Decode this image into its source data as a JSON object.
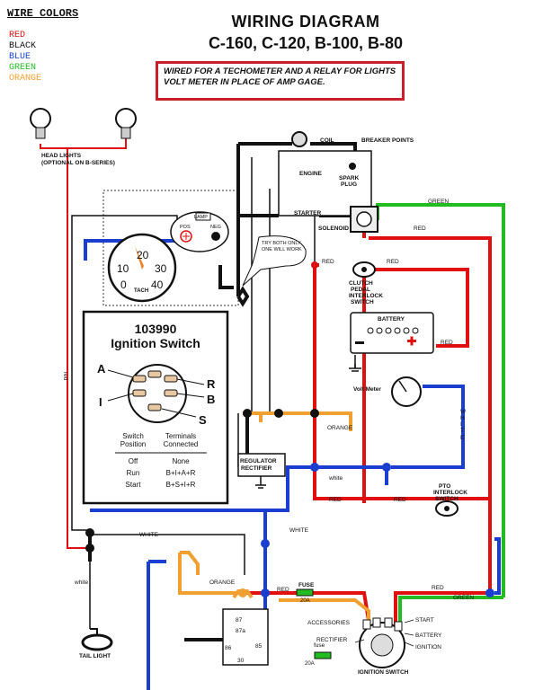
{
  "legend": {
    "title": "WIRE COLORS",
    "items": [
      {
        "label": "RED",
        "color": "#e01010"
      },
      {
        "label": "BLACK",
        "color": "#111111"
      },
      {
        "label": "BLUE",
        "color": "#1a3fd0"
      },
      {
        "label": "GREEN",
        "color": "#22bb22"
      },
      {
        "label": "ORANGE",
        "color": "#f0a030"
      }
    ]
  },
  "title": "WIRING DIAGRAM",
  "subtitle": "C-160, C-120, B-100, B-80",
  "note": {
    "line1": "WIRED FOR A TECHOMETER AND A RELAY FOR LIGHTS",
    "line2": "VOLT METER IN PLACE OF AMP GAGE."
  },
  "components": {
    "head_lights": "HEAD LIGHTS",
    "head_lights_note": "(OPTIONAL ON B-SERIES)",
    "coil": "COIL",
    "breaker_points": "BREAKER POINTS",
    "engine": "ENGINE",
    "spark_plug_1": "SPARK",
    "spark_plug_2": "PLUG",
    "starter": "STARTER",
    "solenoid": "SOLENOID",
    "lamp": "LAMP",
    "pos": "POS",
    "neg": "NEG",
    "tach": "TACH",
    "tach_numbers": [
      "10",
      "20",
      "30",
      "40",
      "0"
    ],
    "try_note_1": "TRY BOTH ONLY",
    "try_note_2": "ONE WILL WORK",
    "clutch_1": "CLUTCH",
    "clutch_2": "PEDAL",
    "clutch_3": "INTERLOCK",
    "clutch_4": "SWITCH",
    "battery": "BATTERY",
    "volt_meter": "Volt Meter",
    "regulator_1": "REGULATOR",
    "regulator_2": "RECTIFIER",
    "pto_1": "PTO",
    "pto_2": "INTERLOCK",
    "pto_3": "SWITCH",
    "fuse": "FUSE",
    "fuse_rating": "20A",
    "fuse2": "fuse",
    "fuse2_rating": "20A",
    "accessories": "ACCESSORIES",
    "rectifier": "RECTIFIER",
    "start": "START",
    "battery_term": "BATTERY",
    "ignition_term": "IGNITION",
    "ignition_switch": "IGNITION SWITCH",
    "tail_light": "TAIL LIGHT",
    "relay_87": "87",
    "relay_87a": "87a",
    "relay_86": "86",
    "relay_85": "85",
    "relay_30": "30"
  },
  "wire_labels": {
    "red_vertical": "red",
    "green_top": "GREEN",
    "red_solenoid": "RED",
    "red_clutch": "RED",
    "red_clutch2": "RED",
    "red_battery": "RED",
    "orange_mid": "ORANGE",
    "white_mid": "white",
    "red_pto1": "RED",
    "red_pto2": "RED",
    "white_left": "WHITE",
    "white_blue": "WHITE",
    "white_right": "W\nH\nI\nT\nE",
    "white_tail": "white",
    "orange_relay": "ORANGE",
    "red_fuse": "RED",
    "green_bottom": "GREEN",
    "red_bottom": "RED"
  },
  "ignition_switch_panel": {
    "part_number": "103990",
    "name": "Ignition Switch",
    "pins": [
      "A",
      "I",
      "R",
      "B",
      "S"
    ],
    "col1_header_1": "Switch",
    "col1_header_2": "Position",
    "col2_header_1": "Terminals",
    "col2_header_2": "Connected",
    "rows": [
      {
        "position": "Off",
        "terminals": "None"
      },
      {
        "position": "Run",
        "terminals": "B+I+A+R"
      },
      {
        "position": "Start",
        "terminals": "B+S+I+R"
      }
    ]
  }
}
